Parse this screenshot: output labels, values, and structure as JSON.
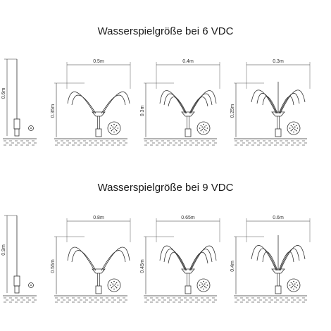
{
  "sections": [
    {
      "title": "Wasserspielgröße bei 6 VDC",
      "pole_height": "0.6m",
      "fountains": [
        {
          "width": "0.5m",
          "height": "0.35m",
          "style": "wide"
        },
        {
          "width": "0.4m",
          "height": "0.3m",
          "style": "medium"
        },
        {
          "width": "0.3m",
          "height": "0.25m",
          "style": "narrow"
        }
      ]
    },
    {
      "title": "Wasserspielgröße bei 9 VDC",
      "pole_height": "0.9m",
      "fountains": [
        {
          "width": "0.8m",
          "height": "0.55m",
          "style": "wide"
        },
        {
          "width": "0.65m",
          "height": "0.45m",
          "style": "medium"
        },
        {
          "width": "0.6m",
          "height": "0.4m",
          "style": "narrow"
        }
      ]
    }
  ]
}
